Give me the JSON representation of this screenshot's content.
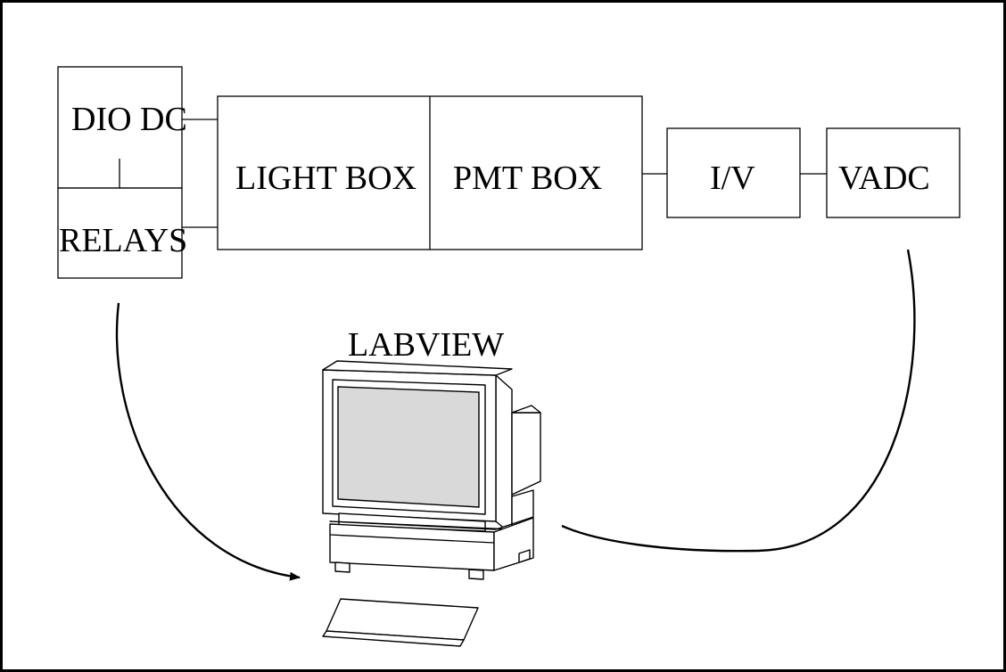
{
  "blocks": {
    "dio_dc": "DIO DC",
    "relays": "RELAYS",
    "light_box": "LIGHT BOX",
    "pmt_box": "PMT BOX",
    "iv": "I/V",
    "vadc": "VADC"
  },
  "computer": {
    "label": "LABVIEW",
    "screen_color": "#d9d9d9"
  },
  "colors": {
    "stroke": "#000000",
    "background": "#ffffff"
  }
}
